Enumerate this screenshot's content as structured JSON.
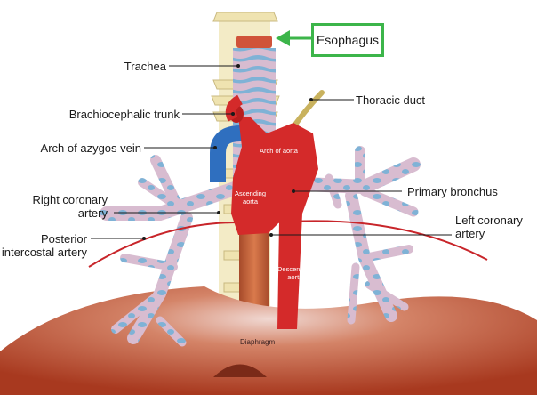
{
  "labels": {
    "trachea": "Trachea",
    "brachiocephalic_trunk": "Brachiocephalic trunk",
    "arch_of_azygos_vein": "Arch of azygos vein",
    "right_coronary_artery": [
      "Right coronary",
      "artery"
    ],
    "posterior_intercostal_artery": [
      "Posterior",
      "intercostal artery"
    ],
    "thoracic_duct": "Thoracic duct",
    "primary_bronchus": "Primary bronchus",
    "left_coronary_artery": [
      "Left coronary",
      "artery"
    ]
  },
  "callout": {
    "label": "Esophagus",
    "color": "#3cb54a"
  },
  "inner_labels": {
    "arch_of_aorta": "Arch of aorta",
    "ascending_aorta": [
      "Ascending",
      "aorta"
    ],
    "descending_aorta": [
      "Descending",
      "aorta"
    ],
    "diaphragm": "Diaphragm"
  },
  "colors": {
    "aorta": "#d42a2a",
    "bronchus": "#d8bcd0",
    "bronchus_spots": "#7fb2d6",
    "azygos": "#2f6fbf",
    "diaphragm": "#b94a2c",
    "spine": "#efe3b0",
    "duct": "#c9b25e",
    "leader": "#1a1a1a"
  }
}
